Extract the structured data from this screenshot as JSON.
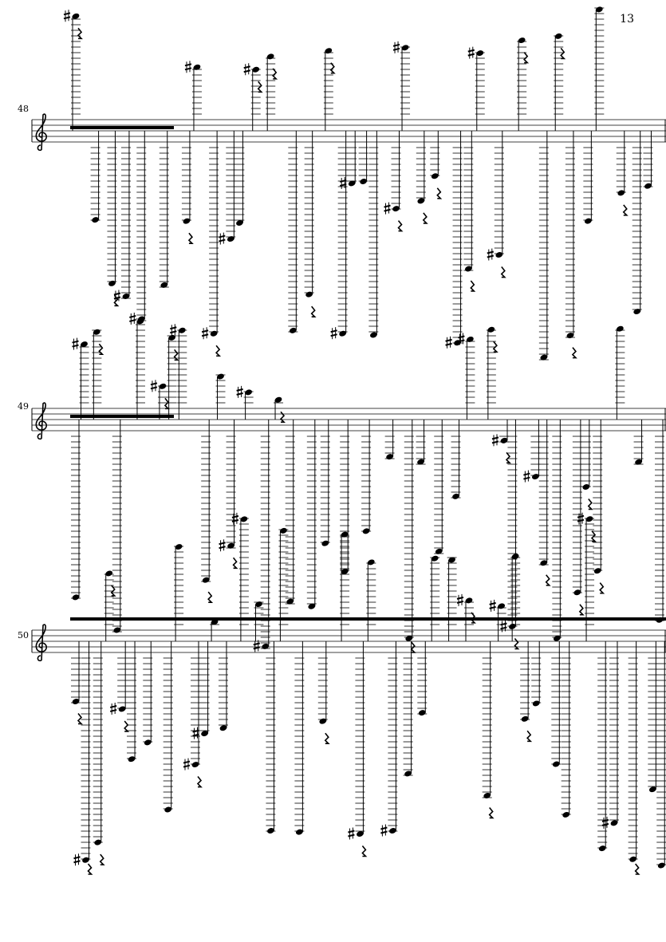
{
  "page_number": "13",
  "systems": [
    {
      "measure_number": "48"
    },
    {
      "measure_number": "49"
    },
    {
      "measure_number": "50"
    }
  ],
  "ink_color": "#000000"
}
